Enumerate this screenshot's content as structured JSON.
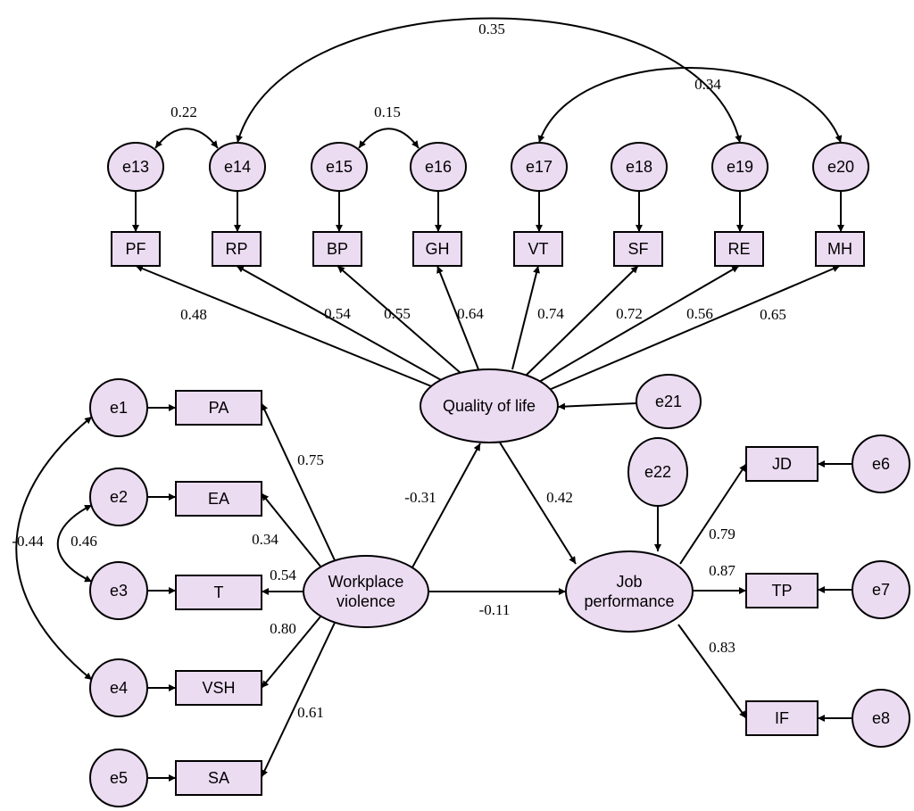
{
  "colors": {
    "node_fill": "#ecdcf2",
    "stroke": "#000000",
    "background": "#ffffff"
  },
  "errors": {
    "e1": "e1",
    "e2": "e2",
    "e3": "e3",
    "e4": "e4",
    "e5": "e5",
    "e6": "e6",
    "e7": "e7",
    "e8": "e8",
    "e13": "e13",
    "e14": "e14",
    "e15": "e15",
    "e16": "e16",
    "e17": "e17",
    "e18": "e18",
    "e19": "e19",
    "e20": "e20",
    "e21": "e21",
    "e22": "e22"
  },
  "indicators": {
    "PF": "PF",
    "RP": "RP",
    "BP": "BP",
    "GH": "GH",
    "VT": "VT",
    "SF": "SF",
    "RE": "RE",
    "MH": "MH",
    "PA": "PA",
    "EA": "EA",
    "T": "T",
    "VSH": "VSH",
    "SA": "SA",
    "JD": "JD",
    "TP": "TP",
    "IF": "IF"
  },
  "latents": {
    "qol": [
      "Quality of life"
    ],
    "wv": [
      "Workplace",
      "violence"
    ],
    "jp": [
      "Job",
      "performance"
    ]
  },
  "coefficients": {
    "cov_e14_e19": "0.35",
    "cov_e17_e20": "0.34",
    "cov_e13_e14": "0.22",
    "cov_e15_e16": "0.15",
    "cov_e1_e4": "-0.44",
    "cov_e2_e3": "0.46",
    "qol_PF": "0.48",
    "qol_RP": "0.54",
    "qol_BP": "0.55",
    "qol_GH": "0.64",
    "qol_VT": "0.74",
    "qol_SF": "0.72",
    "qol_RE": "0.56",
    "qol_MH": "0.65",
    "wv_PA": "0.75",
    "wv_EA": "0.34",
    "wv_T": "0.54",
    "wv_VSH": "0.80",
    "wv_SA": "0.61",
    "wv_qol": "-0.31",
    "qol_jp": "0.42",
    "wv_jp": "-0.11",
    "jp_JD": "0.79",
    "jp_TP": "0.87",
    "jp_IF": "0.83"
  }
}
